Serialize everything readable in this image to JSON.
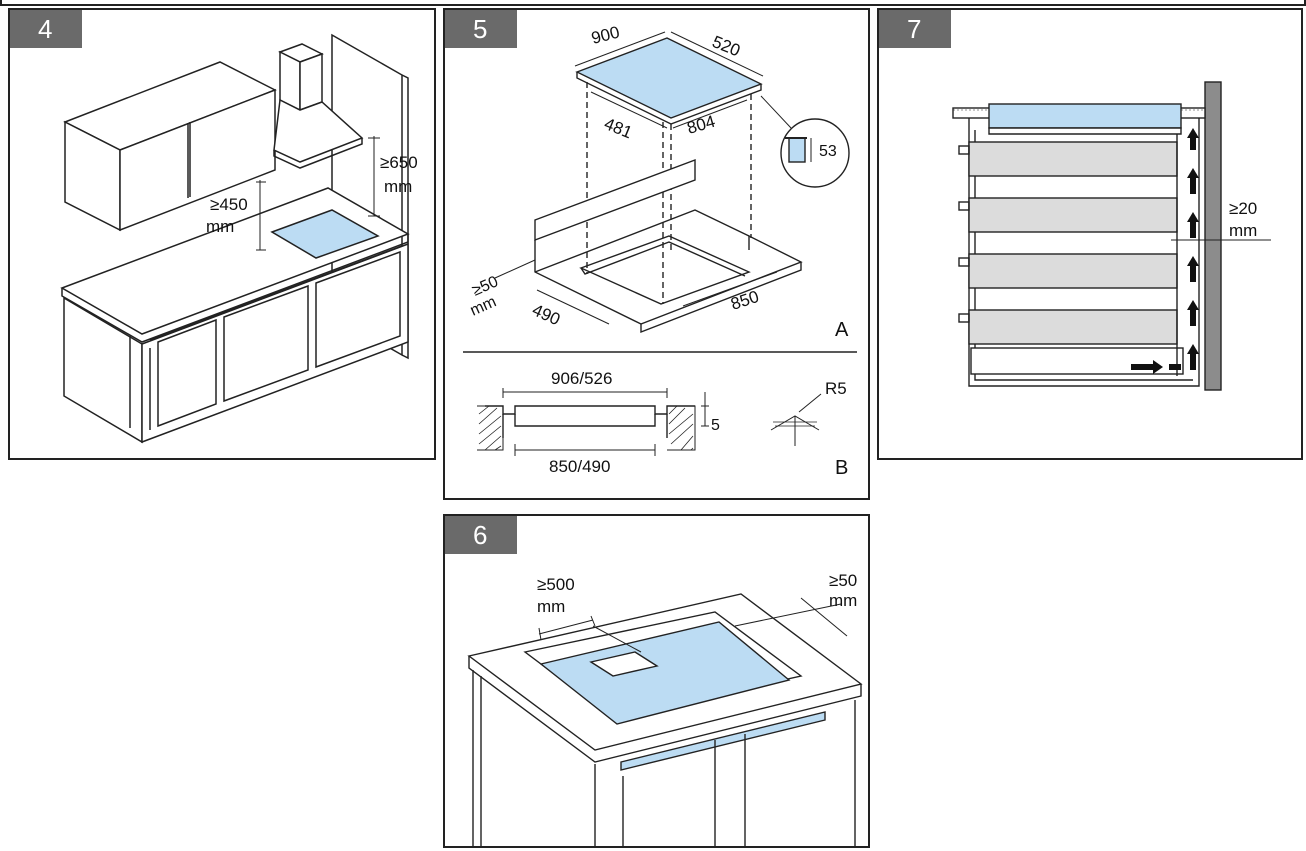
{
  "panels": {
    "p4": {
      "number": "4",
      "labels": {
        "min_450": "≥450",
        "min_450_unit": "mm",
        "min_650": "≥650",
        "min_650_unit": "mm"
      }
    },
    "p5": {
      "number": "5",
      "labels": {
        "w900": "900",
        "d520": "520",
        "w481": "481",
        "d804": "804",
        "h53": "53",
        "min50": "≥50",
        "min50_unit": "mm",
        "c490": "490",
        "c850": "850",
        "view_a": "A",
        "cut_top": "906/526",
        "cut_bottom": "850/490",
        "depth5": "5",
        "r5": "R5",
        "view_b": "B"
      }
    },
    "p6": {
      "number": "6",
      "labels": {
        "min500": "≥500",
        "min500_unit": "mm",
        "min50": "≥50",
        "min50_unit": "mm"
      }
    },
    "p7": {
      "number": "7",
      "labels": {
        "min20": "≥20",
        "min20_unit": "mm"
      }
    }
  },
  "colors": {
    "glass": "#bcdcf3",
    "drawer_fill": "#dcdcdc",
    "badge": "#6a6a6a",
    "line": "#222222"
  }
}
